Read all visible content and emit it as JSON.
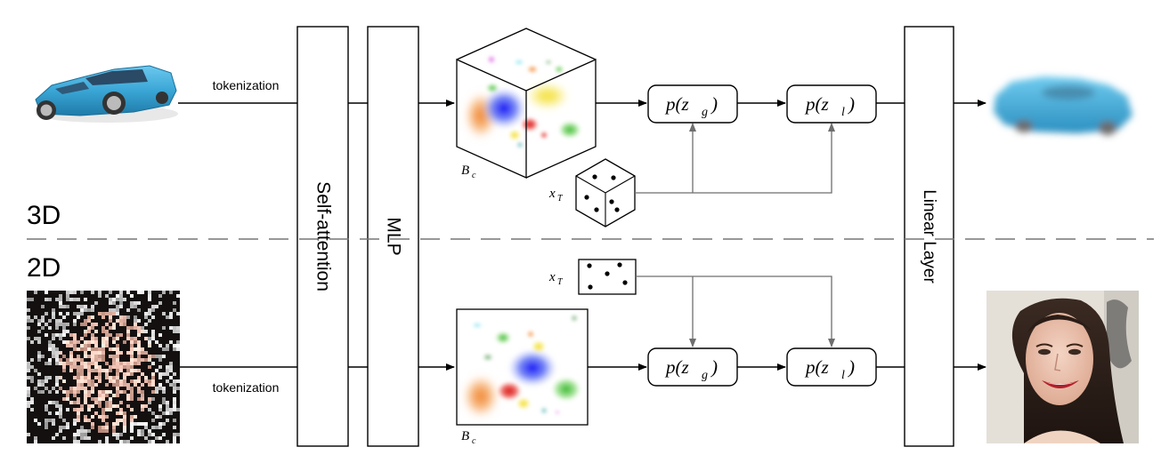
{
  "labels": {
    "tokenization_top": "tokenization",
    "tokenization_bottom": "tokenization",
    "self_attention": "Self-attention",
    "mlp": "MLP",
    "linear_layer": "Linear Layer",
    "section_3d": "3D",
    "section_2d": "2D"
  },
  "math": {
    "pzg_top": "p(z",
    "pzg_top_sub": "g",
    "pzl_top": "p(z",
    "pzl_top_sub": "l",
    "pzg_bottom": "p(z",
    "pzg_bottom_sub": "g",
    "pzl_bottom": "p(z",
    "pzl_bottom_sub": "l",
    "close_paren": ")",
    "xt_top": "x",
    "xt_top_sub": "T",
    "xt_bottom": "x",
    "xt_bottom_sub": "T",
    "bc_top": "B",
    "bc_top_sub": "c",
    "bc_bottom": "B",
    "bc_bottom_sub": "c"
  },
  "images": {
    "input_3d": "blue car (3D input)",
    "output_3d": "blurry blue car (3D output)",
    "input_2d": "noisy face image (2D input)",
    "output_2d": "smiling woman portrait (2D output)"
  },
  "colors": {
    "car_blue": "#3aa6d6",
    "gaussian_blue": "#2c3cf0",
    "gaussian_red": "#e0252a",
    "gaussian_orange": "#f08a2a",
    "gaussian_green": "#4cc43c",
    "gaussian_yellow": "#f6e33a",
    "gaussian_cyan": "#4ad6e8",
    "gaussian_magenta": "#d42ad6",
    "gaussian_teal": "#1e9a9a",
    "dashed_divider": "#777777"
  }
}
